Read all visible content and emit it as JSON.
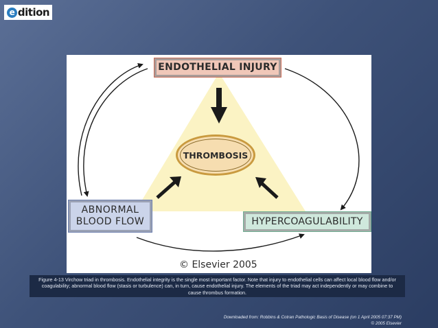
{
  "logo": {
    "mark": "e",
    "text": "dition"
  },
  "diagram": {
    "nodes": {
      "endothelial_injury": "ENDOTHELIAL INJURY",
      "thrombosis": "THROMBOSIS",
      "abnormal_flow_line1": "ABNORMAL",
      "abnormal_flow_line2": "BLOOD FLOW",
      "hypercoagulability": "HYPERCOAGULABILITY"
    },
    "copyright": "© Elsevier 2005",
    "colors": {
      "triangle": "#fbf3c4",
      "injury_box": "#f0c7b8",
      "flow_box": "#cbd4ea",
      "hyper_box": "#cfe8dc",
      "thrombosis_fill": "#f6ddb0",
      "arrow": "#1a1a1a"
    }
  },
  "caption": "Figure 4-13 Virchow triad in thrombosis. Endothelial integrity is the single most important factor. Note that injury to endothelial cells can affect local blood flow and/or coagulability; abnormal blood flow (stasis or turbulence) can, in turn, cause endothelial injury. The elements of the triad may act independently or may combine to cause thrombus formation.",
  "source": {
    "line1": "Downloaded from: Robbins & Cotran Pathologic Basis of Disease (on 1 April 2005 07:37 PM)",
    "line2": "© 2005 Elsevier"
  }
}
